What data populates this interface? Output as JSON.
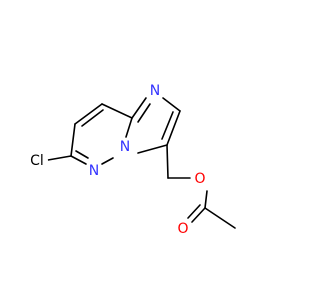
{
  "molecule": {
    "atoms": {
      "cl": {
        "symbol": "Cl",
        "color": "#000000"
      },
      "n_pyridazine": {
        "symbol": "N",
        "color": "#3333ff"
      },
      "n_bridgehead": {
        "symbol": "N",
        "color": "#3333ff"
      },
      "n_imidazole": {
        "symbol": "N",
        "color": "#3333ff"
      },
      "o_ester": {
        "symbol": "O",
        "color": "#ff0000"
      },
      "o_carbonyl": {
        "symbol": "O",
        "color": "#ff0000"
      }
    }
  }
}
